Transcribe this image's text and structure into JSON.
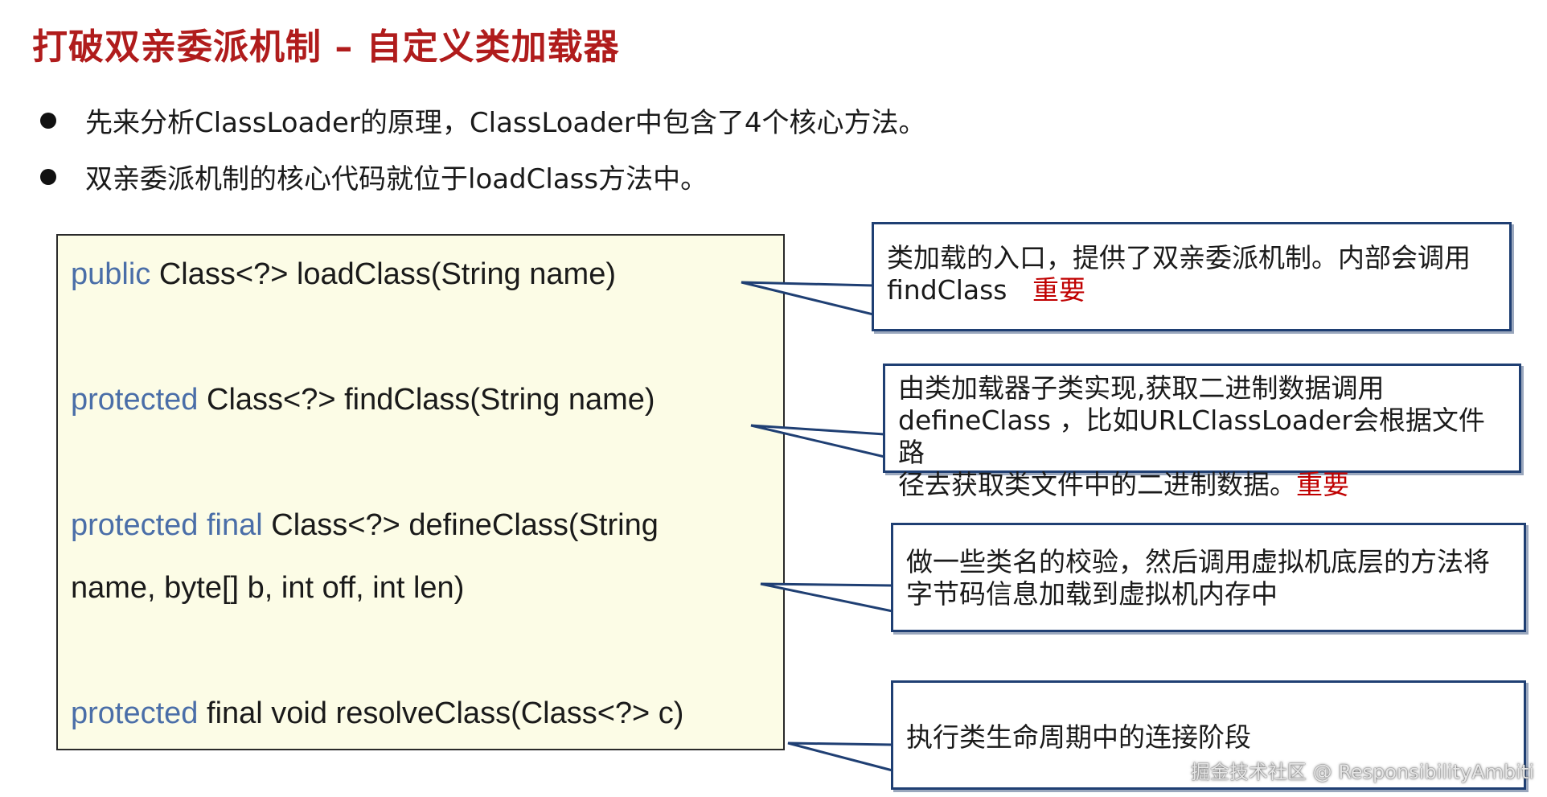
{
  "title": "打破双亲委派机制 – 自定义类加载器",
  "bullets": [
    "先来分析ClassLoader的原理，ClassLoader中包含了4个核心方法。",
    "双亲委派机制的核心代码就位于loadClass方法中。"
  ],
  "methods": {
    "m1": {
      "kw": "public",
      "rest": " Class<?> loadClass(String name)"
    },
    "m2": {
      "kw": "protected",
      "rest": " Class<?> findClass(String name)"
    },
    "m3": {
      "kw": "protected final",
      "rest": " Class<?> defineClass(String",
      "line2": "name, byte[] b, int off, int len)"
    },
    "m4": {
      "kw": "protected",
      "rest": " final void resolveClass(Class<?> c)"
    }
  },
  "callouts": {
    "c1": {
      "line1": "类加载的入口，提供了双亲委派机制。内部会调用",
      "line2": "findClass",
      "important": "重要"
    },
    "c2": {
      "line1": "由类加载器子类实现,获取二进制数据调用",
      "line2": "defineClass ，比如URLClassLoader会根据文件路",
      "line3": "径去获取类文件中的二进制数据。",
      "important": "重要"
    },
    "c3": {
      "line1": "做一些类名的校验，然后调用虚拟机底层的方法将",
      "line2": "字节码信息加载到虚拟机内存中"
    },
    "c4": {
      "line1": "执行类生命周期中的连接阶段"
    }
  },
  "watermark": "掘金技术社区 @ ResponsibilityAmbiti"
}
